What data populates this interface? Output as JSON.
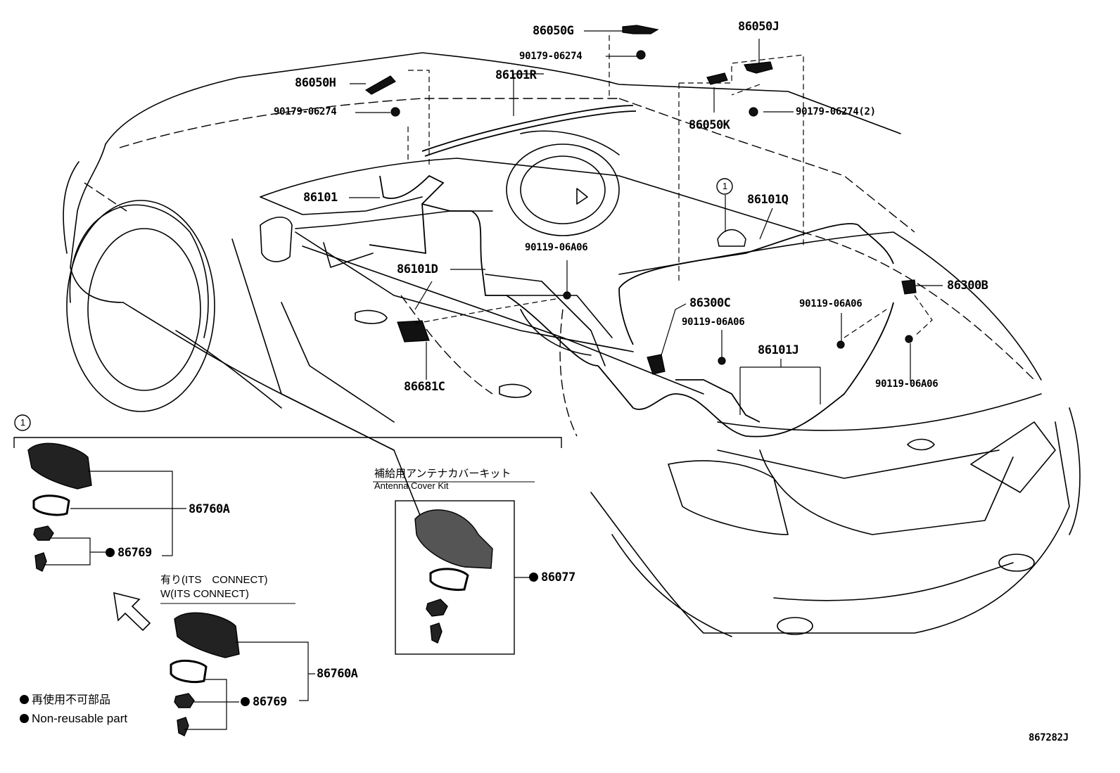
{
  "parts": {
    "p86050G": "86050G",
    "p86050J": "86050J",
    "p86050H": "86050H",
    "p86050K": "86050K",
    "p86101R": "86101R",
    "p86101": "86101",
    "p86101Q": "86101Q",
    "p86101D": "86101D",
    "p86101J": "86101J",
    "p86300C": "86300C",
    "p86300B": "86300B",
    "p86681C": "86681C",
    "p86760A_1": "86760A",
    "p86760A_2": "86760A",
    "p86769_1": "86769",
    "p86769_2": "86769",
    "p86077": "86077",
    "clip_a": "90179-06274",
    "clip_b": "90179-06274",
    "clip_c": "90179-06274(2)",
    "bolt_a": "90119-06A06",
    "bolt_b": "90119-06A06",
    "bolt_c": "90119-06A06",
    "bolt_d": "90119-06A06"
  },
  "callouts": {
    "ref1_main": "1",
    "ref1_box": "1"
  },
  "kit": {
    "jp": "補給用アンテナカバーキット",
    "en": "Antenna Cover Kit"
  },
  "its": {
    "jp": "有り(ITS　CONNECT)",
    "en": "W(ITS CONNECT)"
  },
  "legend": {
    "jp": "再使用不可部品",
    "en": "Non-reusable part"
  },
  "diagram_id": "867282J"
}
